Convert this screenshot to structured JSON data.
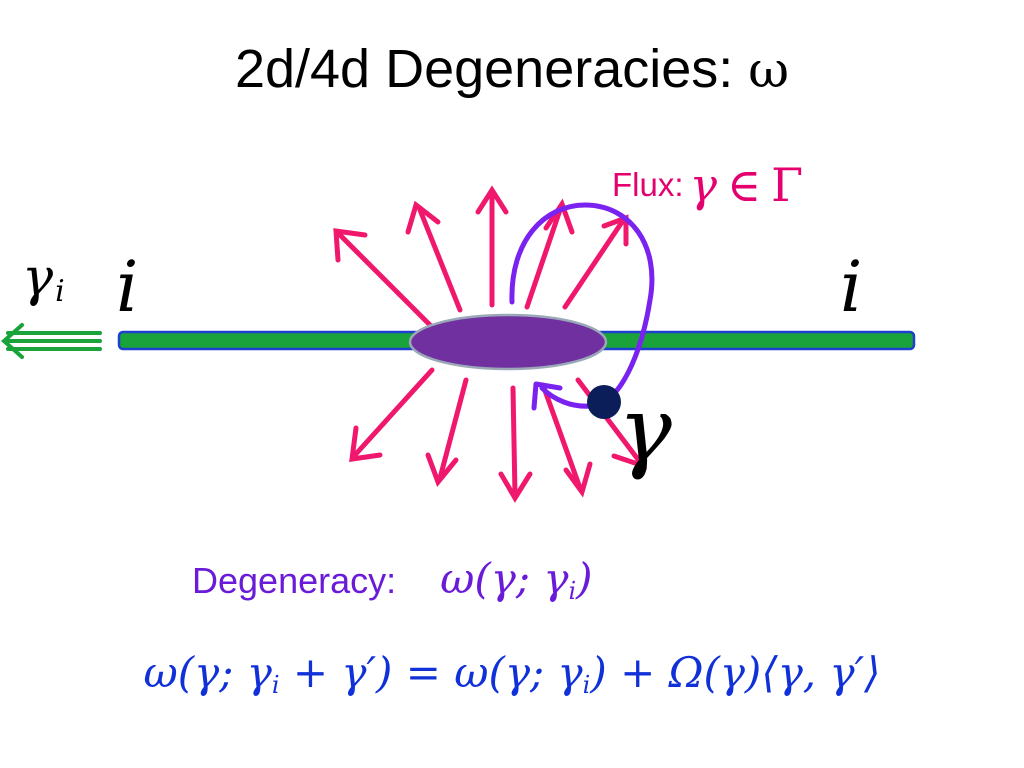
{
  "title": {
    "text": "2d/4d Degeneracies: ",
    "symbol": "ω"
  },
  "flux": {
    "label": "Flux:",
    "gamma": "γ",
    "element_of": "∈",
    "lattice": "Γ"
  },
  "left_arrow": {
    "gamma": "γ",
    "subscript": "i"
  },
  "vacuum_left": "i",
  "vacuum_right": "i",
  "soliton_label": "γ",
  "degeneracy": {
    "label": "Degeneracy:",
    "expression": "ω(γ; γ",
    "subscript": "i",
    "close": ")"
  },
  "formula": {
    "part1": "ω(γ; γ",
    "sub1": "i",
    "part2": " + γ′) = ω(γ; γ",
    "sub2": "i",
    "part3": ") + Ω(γ)⟨γ, γ′⟩"
  },
  "colors": {
    "string": "#1aa33a",
    "string_outline": "#1e3fd0",
    "ellipse": "#7030a0",
    "flux_arrows": "#f0186c",
    "loop": "#7a22f0",
    "dot": "#0c1e5a",
    "left_arrow": "#1aa33a",
    "degeneracy_text": "#6a1bd8",
    "formula_text": "#1030d8"
  },
  "icons": [
    "triple-left-arrow-icon",
    "flux-arrow-icon",
    "loop-arrow-icon",
    "soliton-dot-icon"
  ]
}
